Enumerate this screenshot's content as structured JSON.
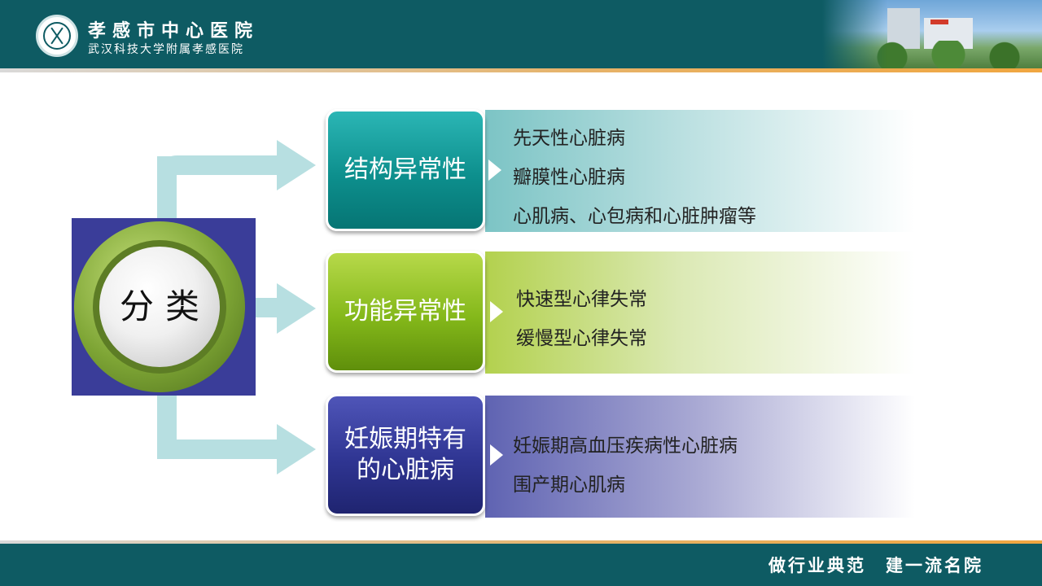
{
  "header": {
    "hospital_name": "孝感市中心医院",
    "hospital_subtitle": "武汉科技大学附属孝感医院"
  },
  "footer": {
    "slogan": "做行业典范　建一流名院"
  },
  "classification": {
    "label": "分类",
    "categories": [
      {
        "title": "结构异常性",
        "items": [
          "先天性心脏病",
          "瓣膜性心脏病",
          "心肌病、心包病和心脏肿瘤等"
        ]
      },
      {
        "title": "功能异常性",
        "items": [
          "快速型心律失常",
          "缓慢型心律失常"
        ]
      },
      {
        "title": "妊娠期特有的心脏病",
        "items": [
          "妊娠期高血压疾病性心脏病",
          "围产期心肌病"
        ]
      }
    ]
  },
  "colors": {
    "header_bg": "#0e5b63",
    "category_1": "#0d8f8d",
    "category_2": "#84b81a",
    "category_3": "#2f3592",
    "class_box": "#3a3d99"
  }
}
